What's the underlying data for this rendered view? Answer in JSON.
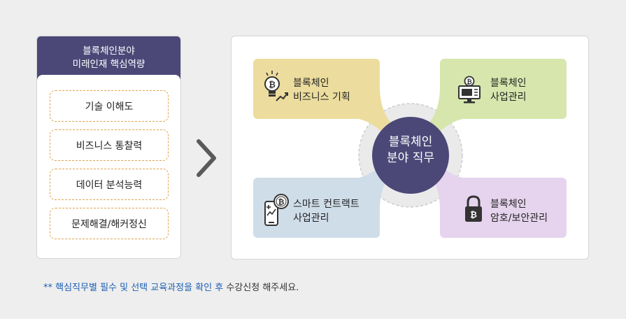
{
  "left_panel": {
    "title_line1": "블록체인분야",
    "title_line2": "미래인재 핵심역량",
    "items": [
      "기술 이해도",
      "비즈니스 통찰력",
      "데이터 분석능력",
      "문제해결/해커정신"
    ]
  },
  "center": {
    "line1": "블록체인",
    "line2": "분야 직무"
  },
  "cards": [
    {
      "line1": "블록체인",
      "line2": "비즈니스 기획",
      "color": "#ecdd9e",
      "icon": "lightbulb-bitcoin-icon"
    },
    {
      "line1": "블록체인",
      "line2": "사업관리",
      "color": "#d6e6ad",
      "icon": "monitor-bitcoin-icon"
    },
    {
      "line1": "스마트 컨트랙트",
      "line2": "사업관리",
      "color": "#cfdde9",
      "icon": "phone-contract-icon"
    },
    {
      "line1": "블록체인",
      "line2": "암호/보안관리",
      "color": "#e6d4ee",
      "icon": "padlock-bitcoin-icon"
    }
  ],
  "colors": {
    "header": "#4b4878",
    "center": "#4b4878",
    "dashed_border": "#e0a44f",
    "footnote_blue": "#1d5fb4"
  },
  "footnote": {
    "highlight": "** 핵심직무별 필수 및 선택 교육과정을 확인 후",
    "rest": " 수강신청 해주세요."
  }
}
